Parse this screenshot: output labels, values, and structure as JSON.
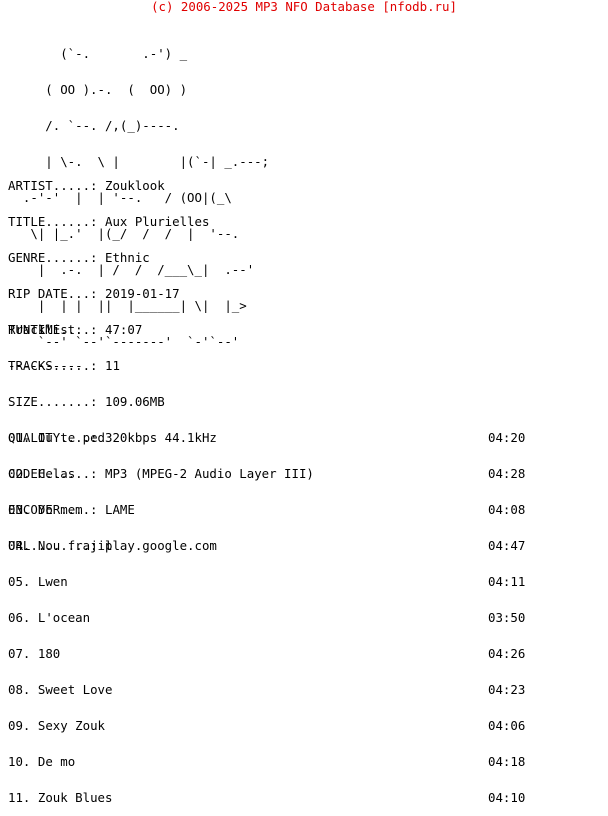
{
  "banner": "(c) 2006-2025 MP3 NFO Database [nfodb.ru]",
  "colors": {
    "banner": "#e00000",
    "text": "#000000",
    "background": "#ffffff"
  },
  "ascii_logo": [
    "       (`-.       .-') _",
    "     ( OO ).-.  (  OO) )",
    "     /. `--. /,(_)----.",
    "     | \\-.  \\ |        |(`-| _.---;",
    "  .-'-'  |  | '--.   / (OO|(_\\",
    "   \\| |_.'  |(_/  /  /  |  '--.",
    "    |  .-.  | /  /  /___\\_|  .--'",
    "    |  | |  ||  |______| \\|  |_>",
    "    `--' `--'`-------'  `-'`--'"
  ],
  "info": [
    {
      "label": "ARTIST.....:",
      "value": "Zouklook"
    },
    {
      "label": "TITLE......:",
      "value": "Aux Plurielles"
    },
    {
      "label": "GENRE......:",
      "value": "Ethnic"
    },
    {
      "label": "RIP DATE...:",
      "value": "2019-01-17"
    },
    {
      "label": "RUNTIME....:",
      "value": "47:07"
    },
    {
      "label": "TRACKS.....:",
      "value": "11"
    },
    {
      "label": "SIZE.......:",
      "value": "109.06MB"
    },
    {
      "label": "QUALITY....:",
      "value": "320kbps 44.1kHz"
    },
    {
      "label": "CODEC......:",
      "value": "MP3 (MPEG-2 Audio Layer III)"
    },
    {
      "label": "ENCODER....:",
      "value": "LAME"
    },
    {
      "label": "URL........:",
      "value": "play.google.com"
    }
  ],
  "tracklist_heading": "Tracklist:",
  "tracklist_rule": "----------",
  "tracks": [
    {
      "num": "01.",
      "title": "Ou te ped",
      "duration": "04:20"
    },
    {
      "num": "02.",
      "title": "Helas",
      "duration": "04:28"
    },
    {
      "num": "03.",
      "title": "Yo mem",
      "duration": "04:08"
    },
    {
      "num": "04.",
      "title": "Nou frajil",
      "duration": "04:47"
    },
    {
      "num": "05.",
      "title": "Lwen",
      "duration": "04:11"
    },
    {
      "num": "06.",
      "title": "L'ocean",
      "duration": "03:50"
    },
    {
      "num": "07.",
      "title": "180",
      "duration": "04:26"
    },
    {
      "num": "08.",
      "title": "Sweet Love",
      "duration": "04:23"
    },
    {
      "num": "09.",
      "title": "Sexy Zouk",
      "duration": "04:06"
    },
    {
      "num": "10.",
      "title": "De mo",
      "duration": "04:18"
    },
    {
      "num": "11.",
      "title": "Zouk Blues",
      "duration": "04:10"
    }
  ]
}
